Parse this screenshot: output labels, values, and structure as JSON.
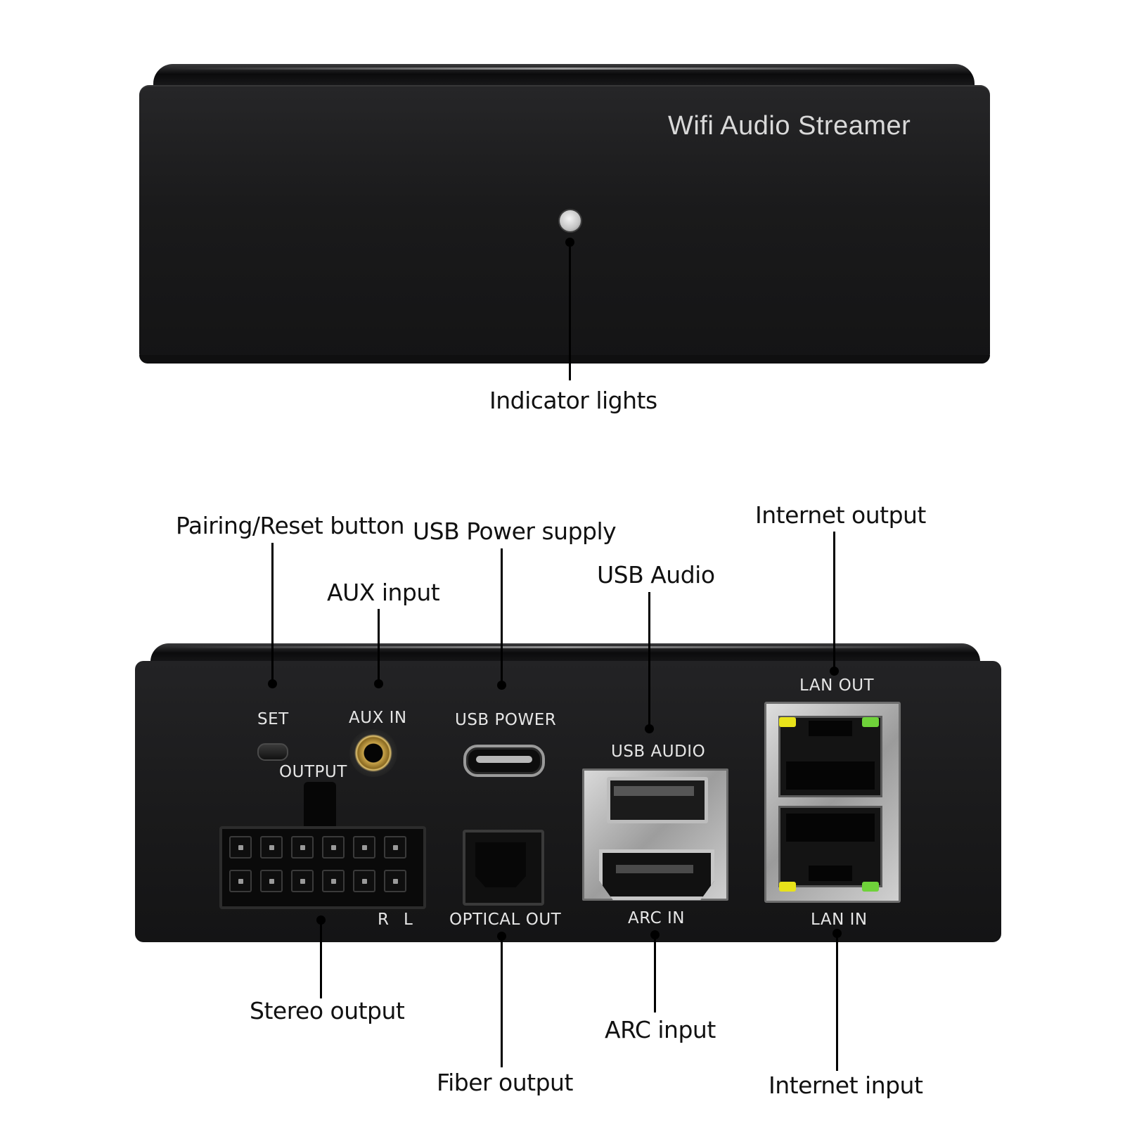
{
  "front": {
    "brand_text": "Wifi Audio Streamer",
    "indicator_callout": "Indicator lights"
  },
  "rear_panel": {
    "set_label": "SET",
    "aux_in_label": "AUX IN",
    "usb_power_label": "USB POWER",
    "output_label": "OUTPUT",
    "usb_audio_label": "USB AUDIO",
    "lan_out_label": "LAN OUT",
    "lan_in_label": "LAN IN",
    "optical_out_label": "OPTICAL OUT",
    "arc_in_label": "ARC IN",
    "r_label": "R",
    "l_label": "L"
  },
  "callouts": {
    "pairing_reset": "Pairing/Reset button",
    "usb_power_supply": "USB Power supply",
    "aux_input": "AUX input",
    "usb_audio": "USB Audio",
    "internet_output": "Internet output",
    "stereo_output": "Stereo output",
    "fiber_output": "Fiber output",
    "arc_input": "ARC input",
    "internet_input": "Internet input"
  },
  "colors": {
    "device_body": "#1a1a1b",
    "led_yellow": "#e8e21a",
    "led_green": "#6fd23a",
    "aux_gold": "#c9a44a"
  }
}
